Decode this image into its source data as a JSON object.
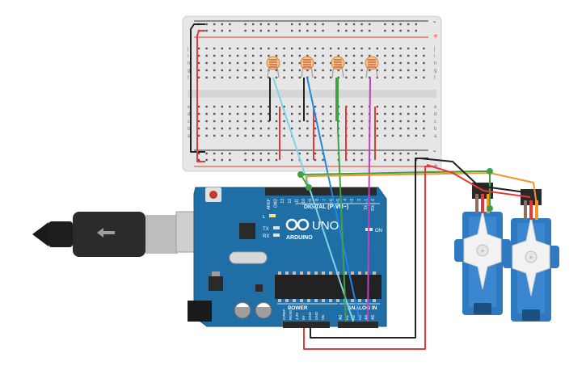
{
  "breadboard": {
    "row_letters_top": [
      "j",
      "i",
      "h",
      "g",
      "f"
    ],
    "row_letters_bottom": [
      "e",
      "d",
      "c",
      "b",
      "a"
    ],
    "rail_minus": "-",
    "rail_plus": "+",
    "column_count": 30
  },
  "arduino": {
    "brand": "ARDUINO",
    "model": "UNO",
    "digital_label": "DIGITAL (PWM~)",
    "power_label": "POWER",
    "analog_label": "ANALOG IN",
    "on_label": "ON",
    "tx_label": "TX",
    "rx_label": "RX",
    "l_label": "L",
    "digital_pins": [
      "AREF",
      "GND",
      "13",
      "12",
      "~11",
      "~10",
      "~9",
      "8",
      "7",
      "~6",
      "~5",
      "4",
      "~3",
      "2",
      "TX→1",
      "RX←0"
    ],
    "power_pins": [
      "IOREF",
      "RESET",
      "3.3V",
      "5V",
      "GND",
      "GND",
      "Vin"
    ],
    "analog_pins": [
      "A0",
      "A1",
      "A2",
      "A3",
      "A4",
      "A5"
    ]
  },
  "components": {
    "photoresistor_count": 4,
    "servo_count": 2
  },
  "colors": {
    "board_blue": "#1f6fa6",
    "breadboard": "#e6e6e6",
    "wire_red": "#e53935",
    "wire_black": "#222222",
    "wire_green": "#43a047",
    "wire_orange": "#f0962a",
    "wire_cyan": "#7fd3e6",
    "wire_blue": "#1e88e5",
    "wire_magenta": "#c040c0",
    "servo_blue": "#2f79c0"
  }
}
